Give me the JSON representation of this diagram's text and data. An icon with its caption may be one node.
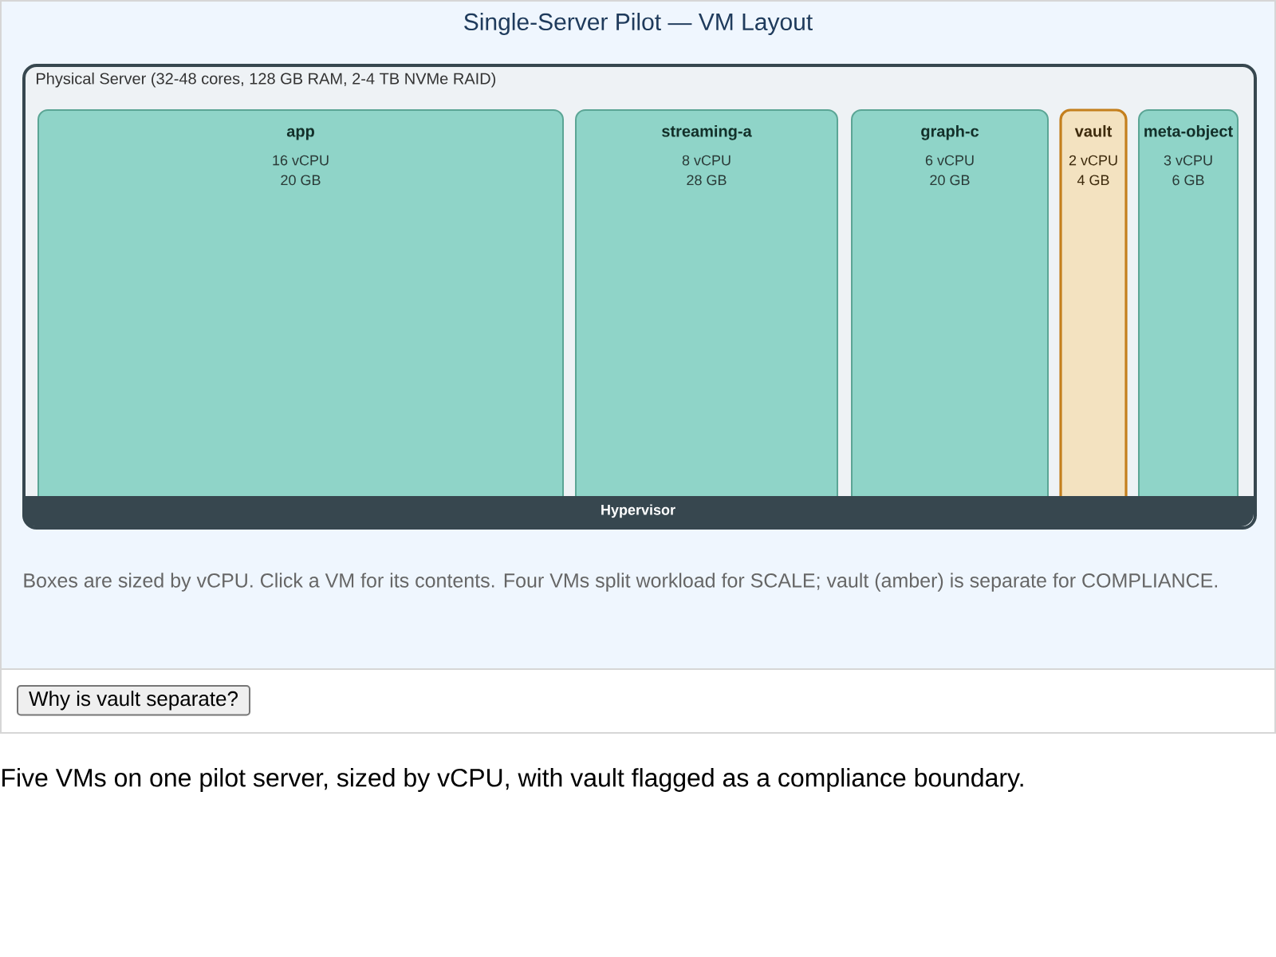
{
  "diagram": {
    "title": "Single-Server Pilot — VM Layout",
    "caption": "Five VMs on one pilot server, sized by vCPU, with vault flagged as a compliance boundary.",
    "nodes": [
      {
        "text": [
          "Physical Server (32-48 cores, 128 GB RAM, 2-4 TB NVMe RAID)"
        ]
      },
      {
        "text": [
          "app",
          "16 vCPU",
          "20 GB"
        ],
        "in": 0
      },
      {
        "text": [
          "streaming-a",
          "8 vCPU",
          "28 GB"
        ],
        "in": 0
      },
      {
        "text": [
          "graph-c",
          "6 vCPU",
          "20 GB"
        ],
        "in": 0
      },
      {
        "text": [
          "vault",
          "2 vCPU",
          "4 GB"
        ],
        "in": 0
      },
      {
        "text": [
          "meta-object",
          "3 vCPU",
          "6 GB"
        ],
        "in": 0
      },
      {
        "text": [
          "Hypervisor"
        ],
        "in": 0
      }
    ],
    "labels": [
      "Boxes are sized by vCPU. Click a VM for its contents. Four VMs split workload for SCALE; vault (amber) is separate for COMPLIANCE.",
      "Why is vault separate?"
    ]
  }
}
